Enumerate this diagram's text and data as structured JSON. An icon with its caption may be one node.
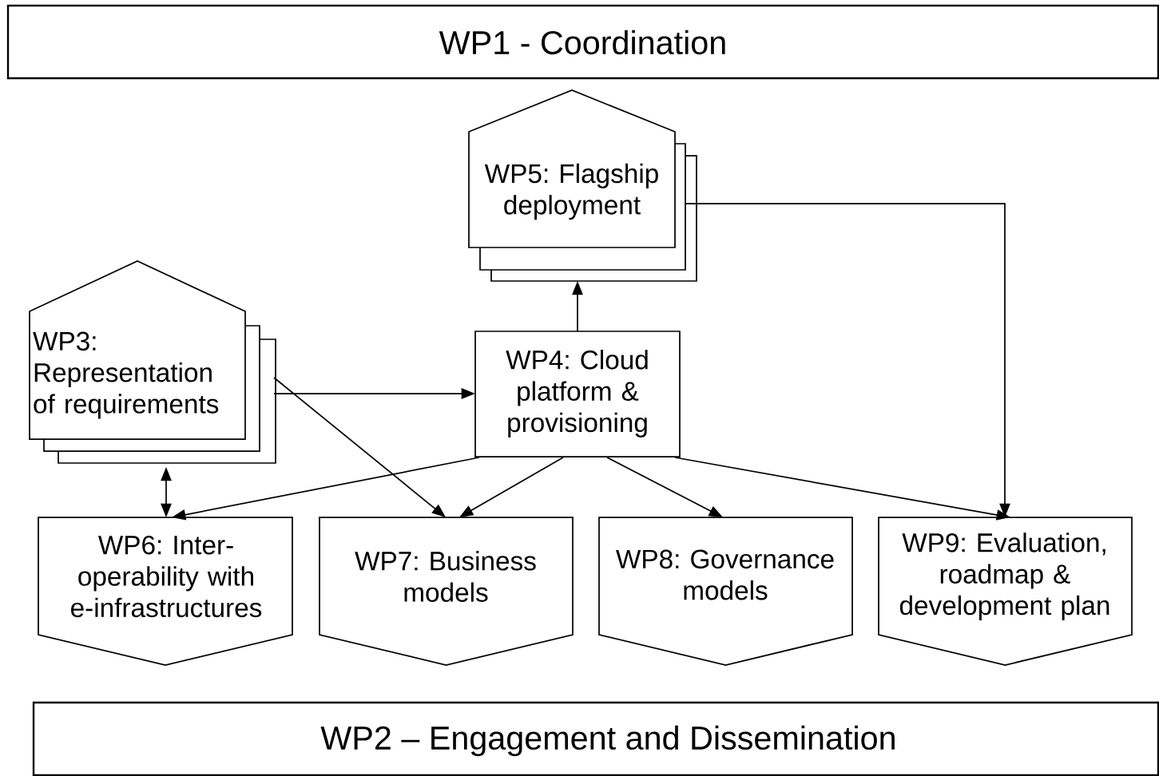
{
  "diagram": {
    "nodes": [
      {
        "text": [
          "WP1 - Coordination"
        ]
      },
      {
        "text": [
          "WP5: Flagship deployment"
        ]
      },
      {
        "text": [
          "WP3: Representation of requirements"
        ]
      },
      {
        "text": [
          "WP4: Cloud platform & provisioning"
        ]
      },
      {
        "text": [
          "WP6: Inter-operability with e-infrastructures"
        ]
      },
      {
        "text": [
          "WP7: Business models"
        ]
      },
      {
        "text": [
          "WP8: Governance models"
        ]
      },
      {
        "text": [
          "WP9: Evaluation, roadmap & development plan"
        ]
      },
      {
        "text": [
          "WP2 – Engagement and Dissemination"
        ]
      }
    ],
    "edges": [
      {
        "from": 3,
        "to": 1,
        "arrow": "to"
      },
      {
        "from": 2,
        "to": 3,
        "arrow": "to"
      },
      {
        "from": 2,
        "to": 5,
        "arrow": "to"
      },
      {
        "from": 2,
        "to": 4,
        "arrow": "both"
      },
      {
        "from": 3,
        "to": 4,
        "arrow": "to"
      },
      {
        "from": 3,
        "to": 5,
        "arrow": "to"
      },
      {
        "from": 3,
        "to": 6,
        "arrow": "to"
      },
      {
        "from": 3,
        "to": 7,
        "arrow": "to"
      },
      {
        "from": 1,
        "to": 7,
        "arrow": "to"
      }
    ]
  }
}
